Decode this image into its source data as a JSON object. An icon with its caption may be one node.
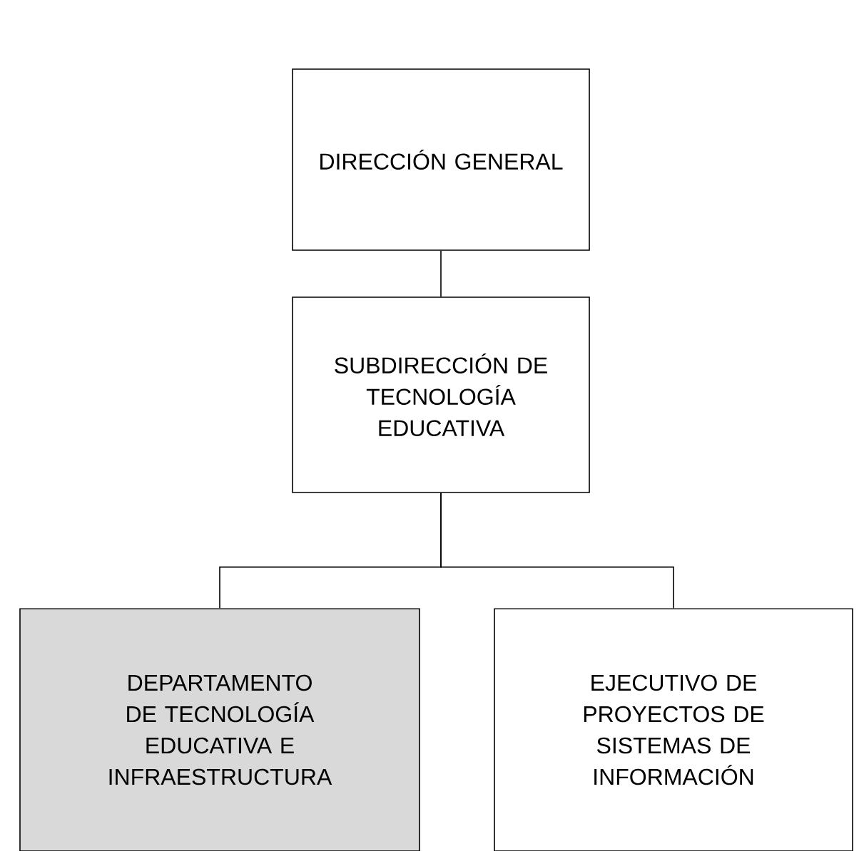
{
  "diagram": {
    "nodes": [
      {
        "text": [
          "DIRECCIÓN GENERAL"
        ]
      },
      {
        "text": [
          "SUBDIRECCIÓN DE TECNOLOGÍA EDUCATIVA"
        ]
      },
      {
        "text": [
          "DEPARTAMENTO DE TECNOLOGÍA EDUCATIVA E INFRAESTRUCTURA"
        ]
      },
      {
        "text": [
          "EJECUTIVO DE PROYECTOS DE SISTEMAS DE INFORMACIÓN"
        ]
      }
    ],
    "edges": [
      {
        "from": 0,
        "to": 1,
        "arrow": "none"
      },
      {
        "from": 1,
        "to": 2,
        "arrow": "none"
      },
      {
        "from": 1,
        "to": 3,
        "arrow": "none"
      }
    ]
  }
}
